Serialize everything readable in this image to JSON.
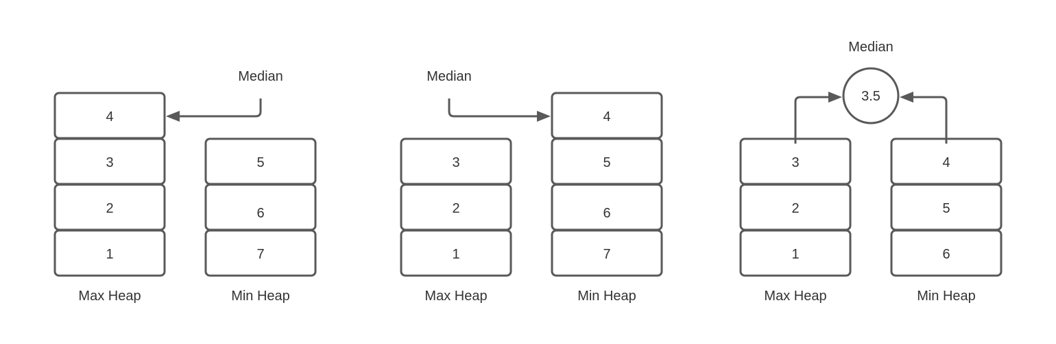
{
  "colors": {
    "stroke": "#595959",
    "text": "#333333",
    "background": "#ffffff"
  },
  "panels": [
    {
      "id": "panel-1",
      "median_label": "Median",
      "max_heap": {
        "label": "Max Heap",
        "values": [
          "4",
          "3",
          "2",
          "1"
        ]
      },
      "min_heap": {
        "label": "Min Heap",
        "values": [
          "5",
          "6",
          "7"
        ]
      }
    },
    {
      "id": "panel-2",
      "median_label": "Median",
      "max_heap": {
        "label": "Max Heap",
        "values": [
          "3",
          "2",
          "1"
        ]
      },
      "min_heap": {
        "label": "Min Heap",
        "values": [
          "4",
          "5",
          "6",
          "7"
        ]
      }
    },
    {
      "id": "panel-3",
      "median_label": "Median",
      "median_value": "3.5",
      "max_heap": {
        "label": "Max Heap",
        "values": [
          "3",
          "2",
          "1"
        ]
      },
      "min_heap": {
        "label": "Min Heap",
        "values": [
          "4",
          "5",
          "6"
        ]
      }
    }
  ]
}
